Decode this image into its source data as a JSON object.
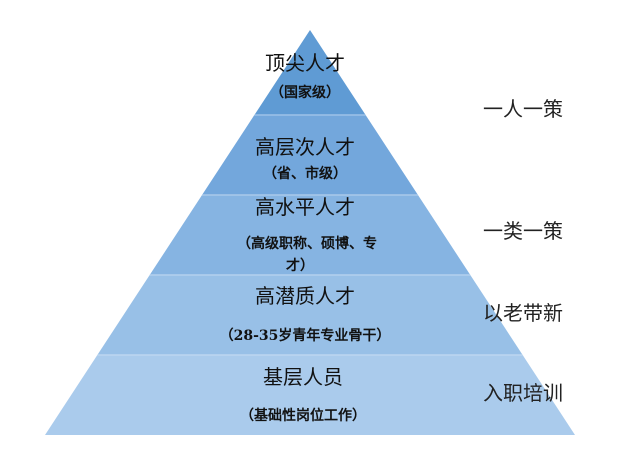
{
  "colors": {
    "layer1": "#5f9bd4",
    "layer2": "#73a7dc",
    "layer3": "#86b4e2",
    "layer4": "#98c0e7",
    "layer5": "#aacbec"
  },
  "layers": [
    {
      "title": "顶尖人才",
      "subtitle": "（国家级）"
    },
    {
      "title": "高层次人才",
      "subtitle": "（省、市级）"
    },
    {
      "title": "高水平人才",
      "subtitle": "（高级职称、硕博、专",
      "subtitle2": "才）"
    },
    {
      "title": "高潜质人才",
      "subtitle": "（28-35岁青年专业骨干）"
    },
    {
      "title": "基层人员",
      "subtitle": "（基础性岗位工作）"
    }
  ],
  "strategies": [
    "一人一策",
    "一类一策",
    "以老带新",
    "入职培训"
  ]
}
